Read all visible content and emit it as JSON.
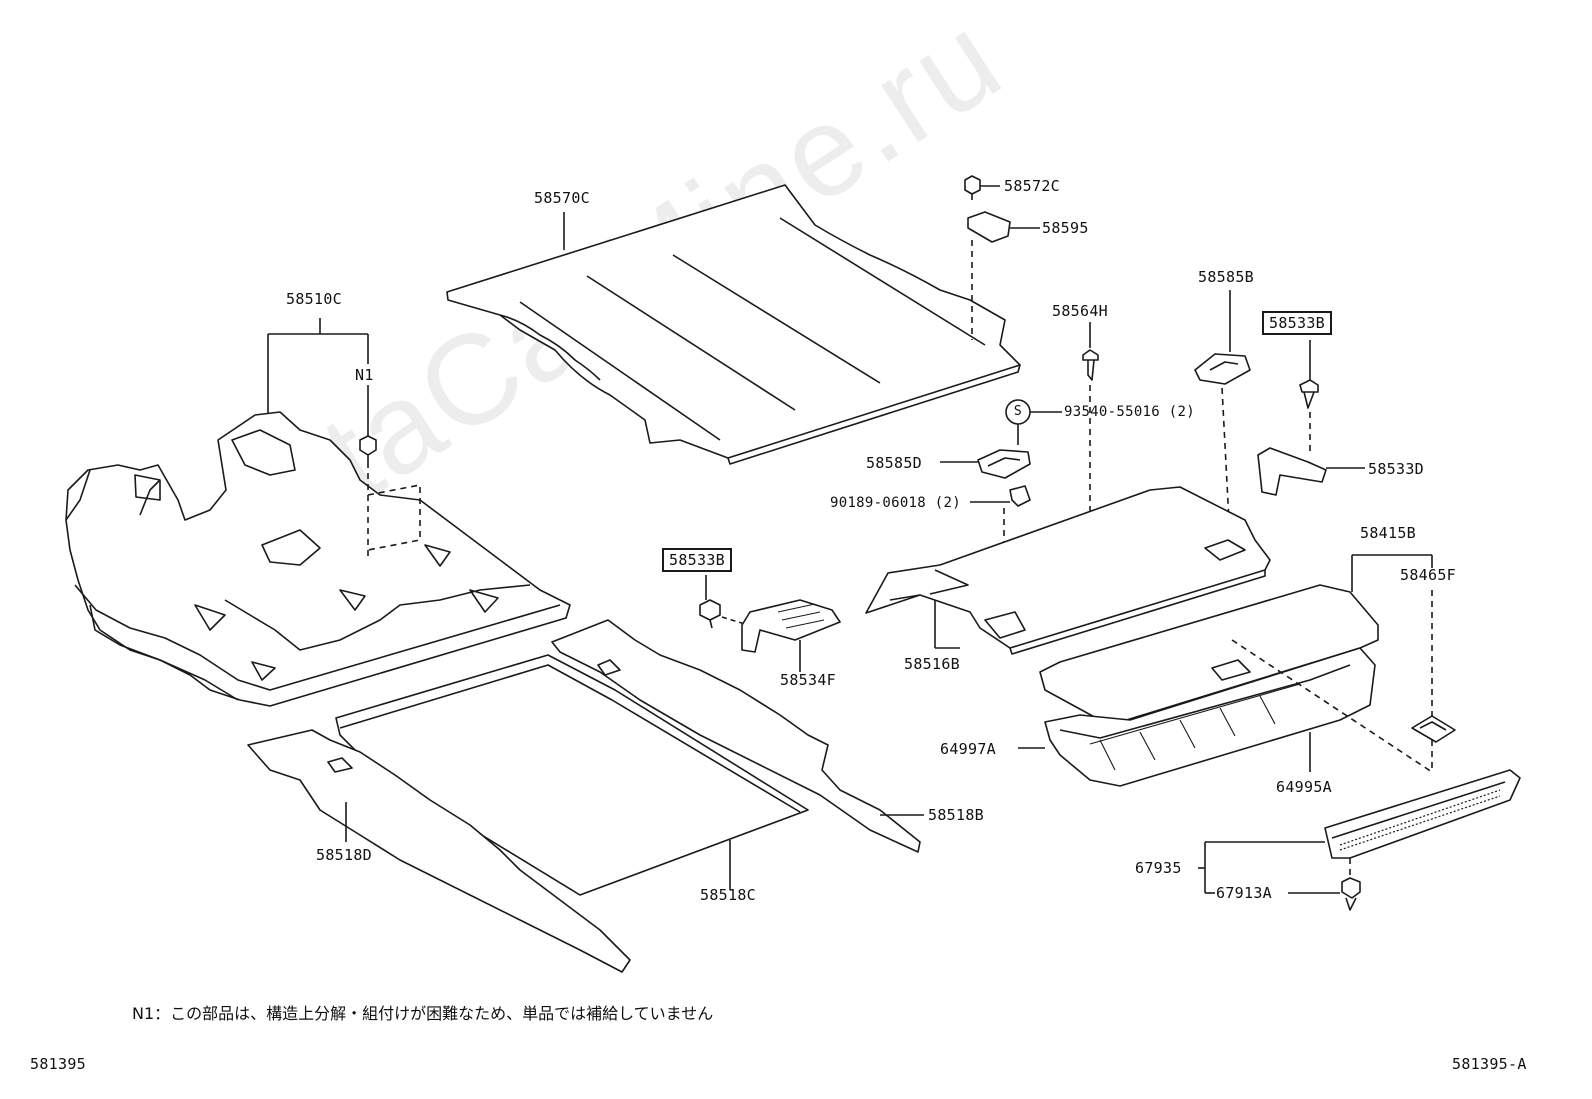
{
  "labels": {
    "p58570C": "58570C",
    "p58572C": "58572C",
    "p58595": "58595",
    "p58510C": "58510C",
    "N1": "N1",
    "p58564H": "58564H",
    "p58585B": "58585B",
    "p58533B_top": "58533B",
    "p93540": "93540-55016 (2)",
    "S": "S",
    "p58585D": "58585D",
    "p58533D": "58533D",
    "p90189": "90189-06018 (2)",
    "p58415B": "58415B",
    "p58465F": "58465F",
    "p58533B_mid": "58533B",
    "p58534F": "58534F",
    "p58516B": "58516B",
    "p64997A": "64997A",
    "p64995A": "64995A",
    "p58518B": "58518B",
    "p58518D": "58518D",
    "p58518C": "58518C",
    "p67935": "67935",
    "p67913A": "67913A"
  },
  "note": "N1：この部品は、構造上分解・組付けが困難なため、単品では補給していません",
  "footer": {
    "left": "581395",
    "right": "581395-A"
  },
  "watermark": "ToyotaCarMine.ru"
}
